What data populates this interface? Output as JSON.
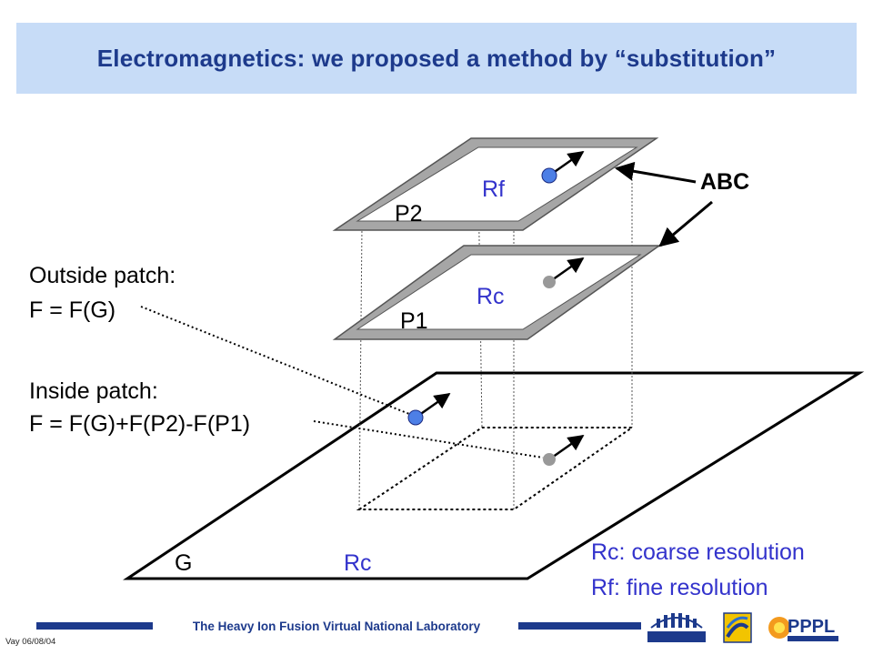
{
  "title": "Electromagnetics: we proposed a method by “substitution”",
  "labels": {
    "p2": "P2",
    "p1": "P1",
    "rf": "Rf",
    "rc_top": "Rc",
    "rc_bottom": "Rc",
    "g": "G",
    "abc": "ABC"
  },
  "outside_patch": {
    "line1": "Outside patch:",
    "line2": "F = F(G)"
  },
  "inside_patch": {
    "line1": "Inside patch:",
    "line2": "F = F(G)+F(P2)-F(P1)"
  },
  "legend": {
    "rc": "Rc: coarse resolution",
    "rf": "Rf: fine resolution"
  },
  "footer": {
    "lab": "The Heavy Ion Fusion Virtual National Laboratory",
    "date": "Vay 06/08/04",
    "pppl": "PPPL"
  },
  "colors": {
    "title_bg": "#c7dcf7",
    "title_text": "#1d3a8c",
    "label_blue": "#3333cc",
    "dot_blue": "#4d7fe6",
    "dot_gray": "#999999",
    "plane_gray": "#a6a6a6",
    "footer_blue": "#1d3a8c"
  },
  "icons": {
    "berkeley": "berkeley-lab-logo",
    "llnl": "llnl-logo",
    "pppl": "pppl-logo"
  }
}
